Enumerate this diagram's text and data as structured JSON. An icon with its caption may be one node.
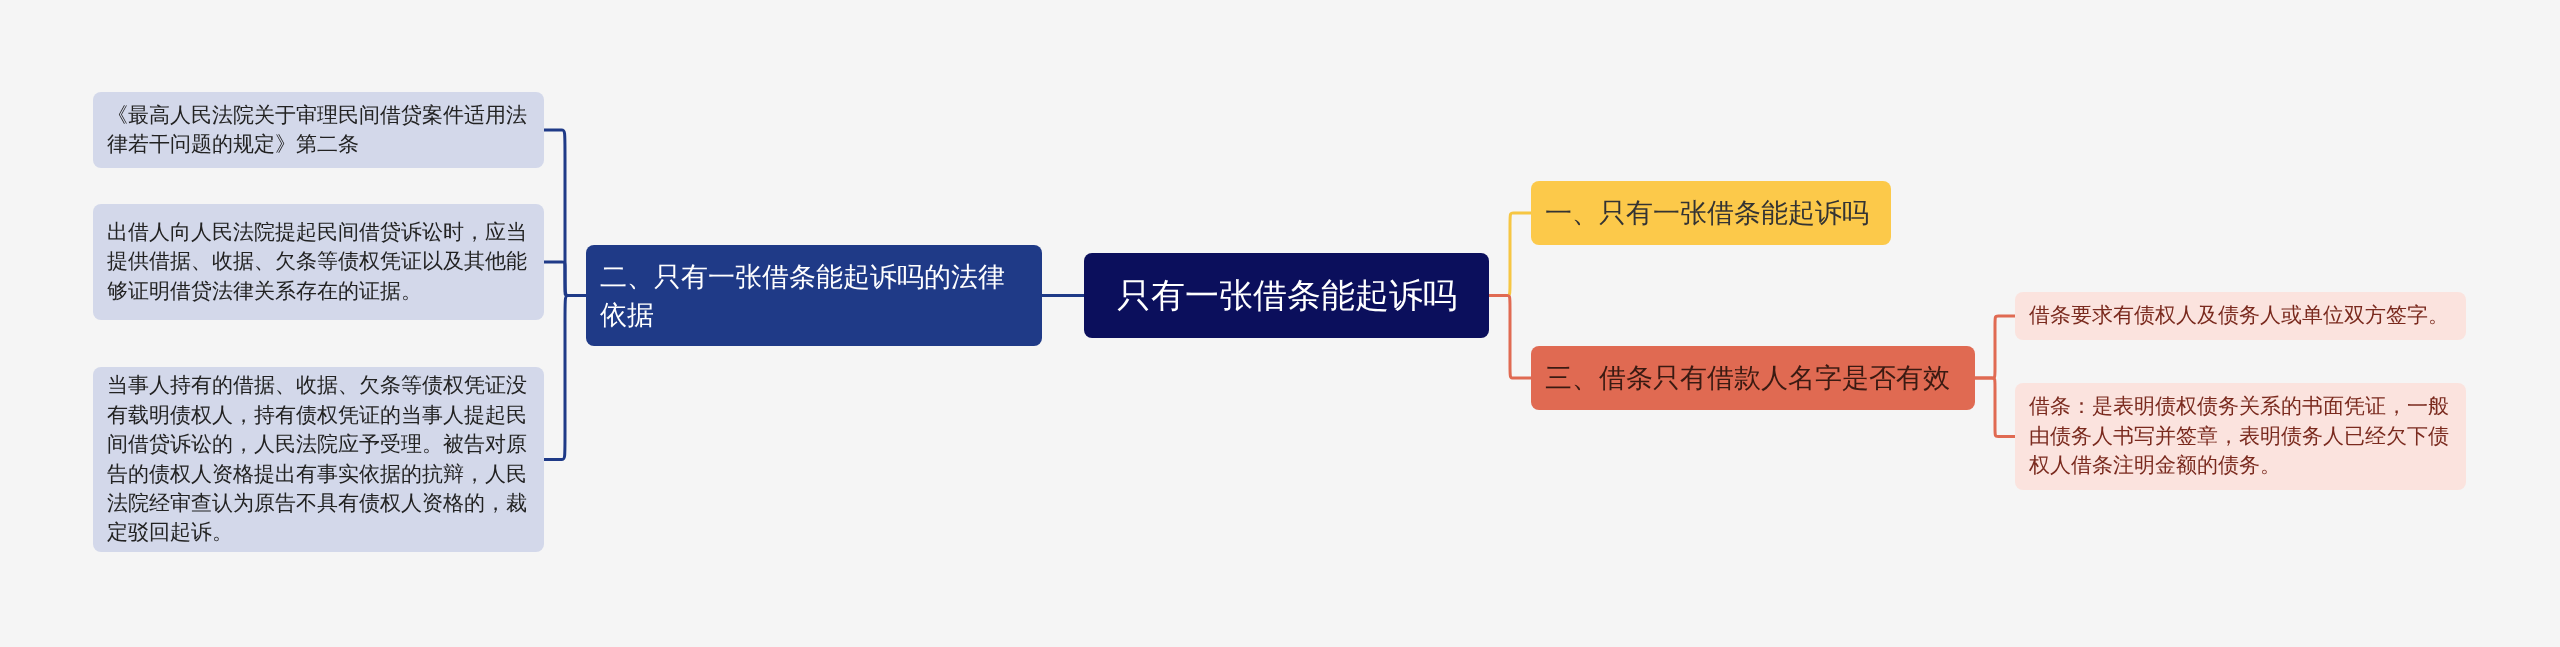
{
  "diagram": {
    "nodes": [
      {
        "text": [
          "只有一张借条能起诉吗"
        ]
      },
      {
        "text": [
          "二、只有一张借条能起诉吗的法律依据"
        ]
      },
      {
        "text": [
          "《最高人民法院关于审理民间借贷案件适用法律若干问题的规定》第二条"
        ]
      },
      {
        "text": [
          "出借人向人民法院提起民间借贷诉讼时，应当提供借据、收据、欠条等债权凭证以及其他能够证明借贷法律关系存在的证据。"
        ]
      },
      {
        "text": [
          "当事人持有的借据、收据、欠条等债权凭证没有载明债权人，持有债权凭证的当事人提起民间借贷诉讼的，人民法院应予受理。被告对原告的债权人资格提出有事实依据的抗辩，人民法院经审查认为原告不具有债权人资格的，裁定驳回起诉。"
        ]
      },
      {
        "text": [
          "一、只有一张借条能起诉吗"
        ]
      },
      {
        "text": [
          "三、借条只有借款人名字是否有效"
        ]
      },
      {
        "text": [
          "借条要求有债权人及债务人或单位双方签字。"
        ]
      },
      {
        "text": [
          "借条：是表明债权债务关系的书面凭证，一般由债务人书写并签章，表明债务人已经欠下债权人借条注明金额的债务。"
        ]
      }
    ],
    "edges": [
      {
        "from": 0,
        "to": 1,
        "arrow": "none",
        "color": "#1f3a87"
      },
      {
        "from": 1,
        "to": 2,
        "arrow": "none",
        "color": "#1f3a87"
      },
      {
        "from": 1,
        "to": 3,
        "arrow": "none",
        "color": "#1f3a87"
      },
      {
        "from": 1,
        "to": 4,
        "arrow": "none",
        "color": "#1f3a87"
      },
      {
        "from": 0,
        "to": 5,
        "arrow": "none",
        "color": "#f6c643"
      },
      {
        "from": 0,
        "to": 6,
        "arrow": "none",
        "color": "#e06a52"
      },
      {
        "from": 6,
        "to": 7,
        "arrow": "none",
        "color": "#e06a52"
      },
      {
        "from": 6,
        "to": 8,
        "arrow": "none",
        "color": "#e06a52"
      }
    ]
  }
}
